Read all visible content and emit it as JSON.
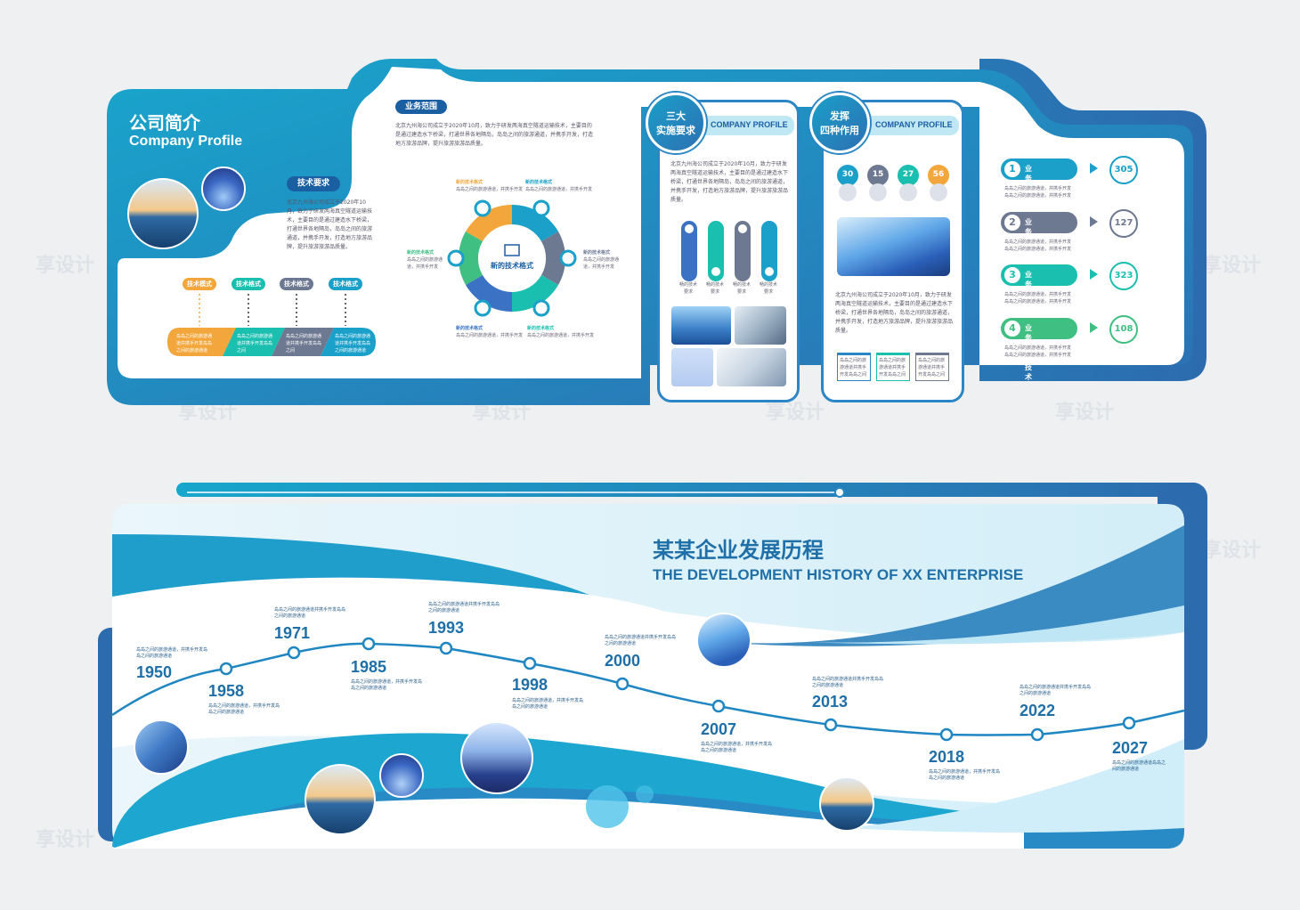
{
  "colors": {
    "primary": "#1aa0c9",
    "dark": "#2a6fb0",
    "teal": "#1bbfb0",
    "orange": "#f2a63b",
    "slate": "#6d7891",
    "green": "#3fbf82"
  },
  "profile": {
    "title_cn": "公司简介",
    "title_en": "Company Profile",
    "tech_label": "技术要求",
    "tech_text": "北京九州海公司成立于2020年10月，致力于研发两海真空隧道运输技术，主要目的是通过建造水下桥梁，打通世界各地隔岛，岛岛之间的旅游通道，并携手开发，打造地方旅游品牌，提升旅游旅游品质量。",
    "tags": [
      "技术模式",
      "技术格式",
      "技术格式",
      "技术格式"
    ],
    "tag_texts": [
      "岛岛之间的旅游通道并携手开发岛岛之间的旅游通道",
      "岛岛之间的旅游通道并携手开发岛岛之间",
      "岛岛之间的旅游通道并携手开发岛岛之间",
      "岛岛之间的旅游通道并携手开发岛岛之间的旅游通道"
    ]
  },
  "scope": {
    "label": "业务范围",
    "text": "北京九州海公司成立于2020年10月，致力于研发两海真空隧道运输技术，主要目的是通过建造水下桥梁，打通世界各地隔岛，岛岛之间的旅游通道，并携手开发，打造地方旅游品牌，提升旅游旅游品质量。",
    "center": "新的技术格式",
    "nodes": [
      {
        "t": "新的技术格式",
        "d": "岛岛之间的旅游通道，并携手开发"
      },
      {
        "t": "新的技术格式",
        "d": "岛岛之间的旅游通道，并携手开发"
      },
      {
        "t": "新的技术格式",
        "d": "岛岛之间的旅游通道，并携手开发"
      },
      {
        "t": "新的技术格式",
        "d": "岛岛之间的旅游通道，并携手开发"
      },
      {
        "t": "新的技术格式",
        "d": "岛岛之间的旅游通道，并携手开发"
      },
      {
        "t": "新的技术格式",
        "d": "岛岛之间的旅游通道，并携手开发"
      }
    ]
  },
  "panel1": {
    "badge1": "三大",
    "badge2": "实施要求",
    "header": "COMPANY PROFILE",
    "text": "北京九州海公司成立于2020年10月，致力于研发两海真空隧道运输技术，主要目的是通过建造水下桥梁，打通世界各地隔岛，岛岛之间的旅游通道，并携手开发，打造地方旅游品牌，提升旅游旅游品质量。",
    "bars": [
      "畅的技术要求",
      "畅的技术要求",
      "畅的技术要求",
      "畅的技术要求"
    ]
  },
  "panel2": {
    "badge1": "发挥",
    "badge2": "四种作用",
    "header": "COMPANY PROFILE",
    "nums": [
      "30",
      "15",
      "27",
      "56"
    ],
    "text": "北京九州海公司成立于2020年10月，致力于研发两海真空隧道运输技术，主要目的是通过建造水下桥梁，打通世界各地隔岛，岛岛之间的旅游通道，并携手开发，打造地方旅游品牌，提升旅游旅游品质量。",
    "notes": [
      "岛岛之间的旅游通道并携手开发岛岛之间",
      "岛岛之间的旅游通道并携手开发岛岛之间",
      "岛岛之间的旅游通道并携手开发岛岛之间"
    ]
  },
  "services": [
    {
      "n": "1",
      "label": "业务范围技术",
      "val": "305",
      "d1": "岛岛之间的旅游通道，并携手开发",
      "d2": "岛岛之间的旅游通道，并携手开发"
    },
    {
      "n": "2",
      "label": "业务范围技术",
      "val": "127",
      "d1": "岛岛之间的旅游通道，并携手开发",
      "d2": "岛岛之间的旅游通道，并携手开发"
    },
    {
      "n": "3",
      "label": "业务范围技术",
      "val": "323",
      "d1": "岛岛之间的旅游通道，并携手开发",
      "d2": "岛岛之间的旅游通道，并携手开发"
    },
    {
      "n": "4",
      "label": "业务范围技术",
      "val": "108",
      "d1": "岛岛之间的旅游通道，并携手开发",
      "d2": "岛岛之间的旅游通道，并携手开发"
    }
  ],
  "history": {
    "title_cn": "某某企业发展历程",
    "title_en": "THE DEVELOPMENT HISTORY OF XX ENTERPRISE",
    "years": [
      {
        "y": "1950",
        "d": "岛岛之间的旅游通道，并携手开发岛岛之间的旅游通道"
      },
      {
        "y": "1958",
        "d": "岛岛之间的旅游通道，并携手开发岛岛之间的旅游通道"
      },
      {
        "y": "1971",
        "d": "岛岛之间的旅游通道并携手开发岛岛之间的旅游通道"
      },
      {
        "y": "1985",
        "d": "岛岛之间的旅游通道，并携手开发岛岛之间的旅游通道"
      },
      {
        "y": "1993",
        "d": "岛岛之间的旅游通道并携手开发岛岛之间的旅游通道"
      },
      {
        "y": "1998",
        "d": "岛岛之间的旅游通道，并携手开发岛岛之间的旅游通道"
      },
      {
        "y": "2000",
        "d": "岛岛之间的旅游通道并携手开发岛岛之间的旅游通道"
      },
      {
        "y": "2007",
        "d": "岛岛之间的旅游通道，并携手开发岛岛之间的旅游通道"
      },
      {
        "y": "2013",
        "d": "岛岛之间的旅游通道并携手开发岛岛之间的旅游通道"
      },
      {
        "y": "2018",
        "d": "岛岛之间的旅游通道，并携手开发岛岛之间的旅游通道"
      },
      {
        "y": "2022",
        "d": "岛岛之间的旅游通道并携手开发岛岛之间的旅游通道"
      },
      {
        "y": "2027",
        "d": "岛岛之间的旅游通道岛岛之间的旅游通道"
      }
    ]
  },
  "watermark": "享设计"
}
